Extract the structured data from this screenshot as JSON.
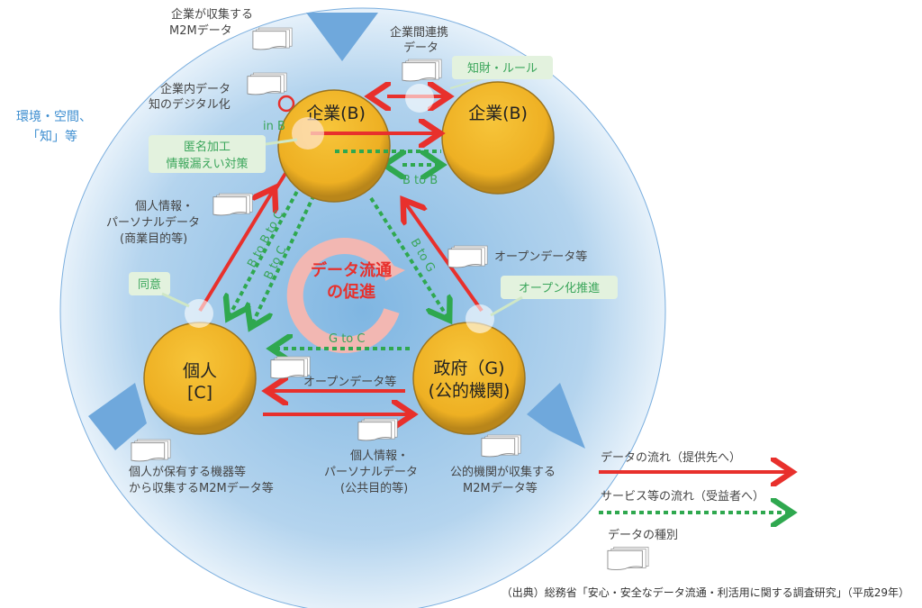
{
  "nodes": {
    "b1": "企業(B)",
    "b2": "企業(B)",
    "c_line1": "個人",
    "c_line2": "[C]",
    "g_line1": "政府（G)",
    "g_line2": "(公的機関)"
  },
  "center": {
    "line1": "データ流通",
    "line2": "の促進"
  },
  "outside": {
    "line1": "環境・空間、",
    "line2": "「知」等"
  },
  "data_labels": {
    "corp_m2m_1": "企業が収集する",
    "corp_m2m_2": "M2Mデータ",
    "inter_corp_1": "企業間連携",
    "inter_corp_2": "データ",
    "internal_1": "企業内データ",
    "internal_2": "知のデジタル化",
    "personal_com_1": "個人情報・",
    "personal_com_2": "パーソナルデータ",
    "personal_com_3": "(商業目的等)",
    "open_data_right": "オープンデータ等",
    "open_data_bottom": "オープンデータ等",
    "personal_pub_1": "個人情報・",
    "personal_pub_2": "パーソナルデータ",
    "personal_pub_3": "(公共目的等)",
    "device_m2m_1": "個人が保有する機器等",
    "device_m2m_2": "から収集するM2Mデータ等",
    "public_m2m_1": "公的機関が収集する",
    "public_m2m_2": "M2Mデータ等"
  },
  "callouts": {
    "ip_rules": "知財・ルール",
    "anonymize_1": "匿名加工",
    "anonymize_2": "情報漏えい対策",
    "consent": "同意",
    "open_promo": "オープン化推進"
  },
  "flow_labels": {
    "in_b": "in B",
    "b_to_b": "B to B",
    "b_to_b_to_c": "B to B to C",
    "b_to_c": "B to C",
    "b_to_g": "B to G",
    "g_to_c": "G to C"
  },
  "legend": {
    "data_flow": "データの流れ（提供先へ）",
    "service_flow": "サービス等の流れ（受益者へ）",
    "data_type": "データの種別"
  },
  "source": "（出典）総務省「安心・安全なデータ流通・利活用に関する調査研究」（平成29年）",
  "colors": {
    "data_flow": "#e8302c",
    "service_flow": "#2fa84f",
    "node": "#f0b428",
    "sphere": "#a9cdea",
    "callout": "#e3f2de"
  }
}
